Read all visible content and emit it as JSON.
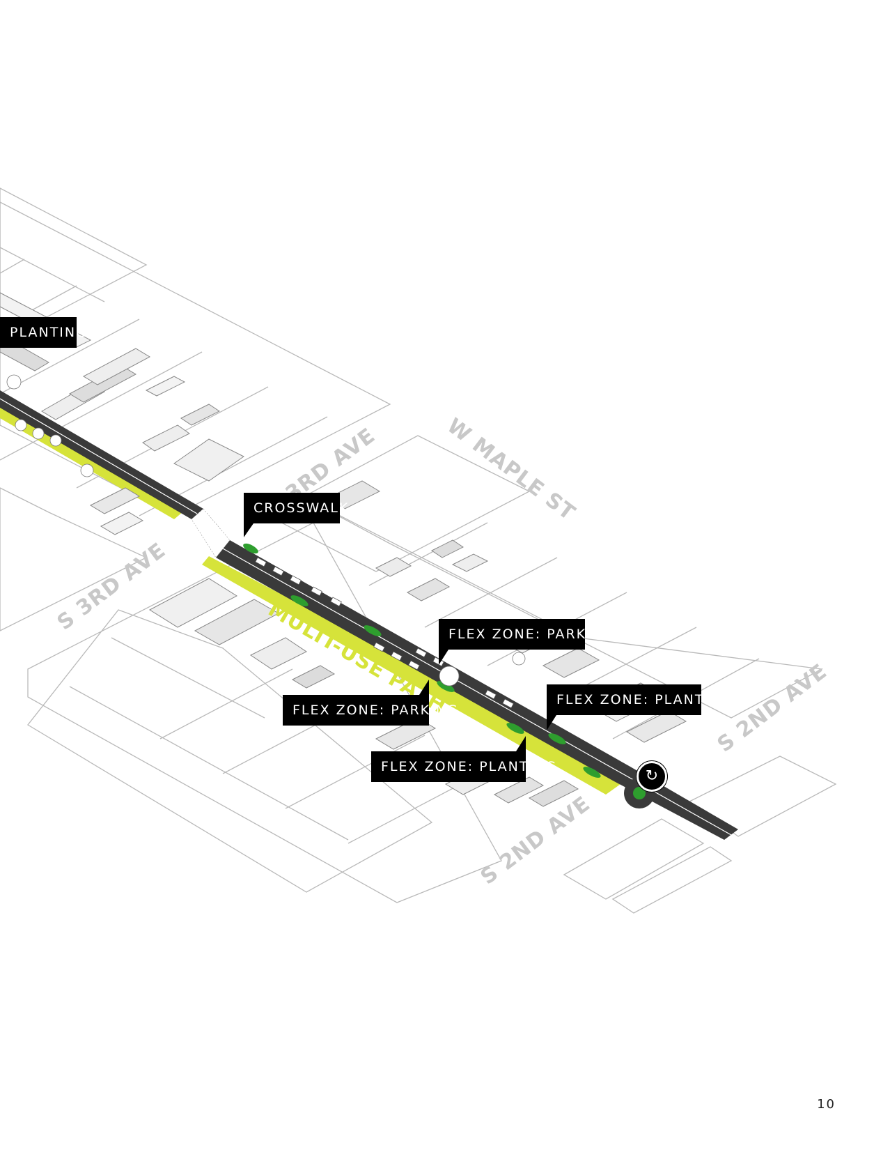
{
  "callouts": {
    "planting_left": "PLANTING",
    "crosswalk": "CROSSWALK",
    "flex_parking_upper": "FLEX ZONE: PARKING",
    "flex_parking_lower": "FLEX ZONE: PARKING",
    "flex_planting_upper": "FLEX ZONE: PLANTING",
    "flex_planting_lower": "FLEX ZONE: PLANTING"
  },
  "street_labels": {
    "n_3rd_ave": "3RD AVE",
    "w_maple_st": "W MAPLE ST",
    "s_3rd_ave": "S 3RD AVE",
    "s_2nd_ave_right": "S 2ND AVE",
    "s_2nd_ave_bottom": "S 2ND AVE"
  },
  "path_label": "MULTI-USE PATH",
  "icons": {
    "roundabout": "roundabout-icon"
  },
  "page_number": "10",
  "colors": {
    "road": "#3a3a3a",
    "multi_use_path": "#d6e33a",
    "planting": "#2e9e2e",
    "label_bg": "#000000"
  }
}
